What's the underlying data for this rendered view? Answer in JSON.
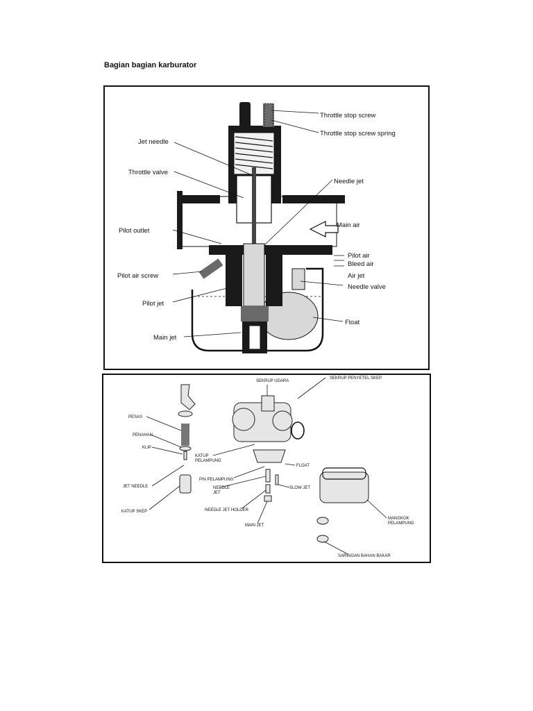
{
  "page": {
    "title": "Bagian bagian karburator"
  },
  "figure1": {
    "labels": {
      "throttle_stop_screw": "Throttle stop screw",
      "throttle_stop_screw_spring": "Throttle stop screw spring",
      "jet_needle": "Jet needle",
      "throttle_valve": "Throttle valve",
      "needle_jet": "Needle jet",
      "main_air": "Main air",
      "pilot_outlet": "Pilot outlet",
      "pilot_air": "Pilot air",
      "bleed_air": "Bleed air",
      "air_jet": "Air jet",
      "pilot_air_screw": "Pilot air screw",
      "needle_valve": "Needle valve",
      "pilot_jet": "Pilot jet",
      "float": "Float",
      "main_jet": "Main jet"
    }
  },
  "figure2": {
    "labels": {
      "sekrup_udara": "SEKRUP UDARA",
      "sekrup_penyetel_skep": "SEKRUP PENYETEL SKEP",
      "pesas": "PESAS",
      "penahan": "PENAHAN",
      "klip": "KLIP",
      "katup_pelampung_1": "KATUP",
      "katup_pelampung_2": "PELAMPUNG",
      "float": "FLOAT",
      "pin_pelampung": "PIN PELAMPUNG",
      "jet_needle": "JET NEEDLE",
      "needle_jet_1": "NEEDLE",
      "needle_jet_2": "JET",
      "slow_jet": "SLOW JET",
      "katup_skep": "KATUP SKEP",
      "needle_jet_holder": "NEEDLE JET HOLDER",
      "main_jet": "MAIN JET",
      "mangkok_pelampung_1": "MANGKOK",
      "mangkok_pelampung_2": "PELAMPUNG",
      "saringan_bahan_bakar": "SARINGAN BAHAN BAKAR"
    }
  }
}
